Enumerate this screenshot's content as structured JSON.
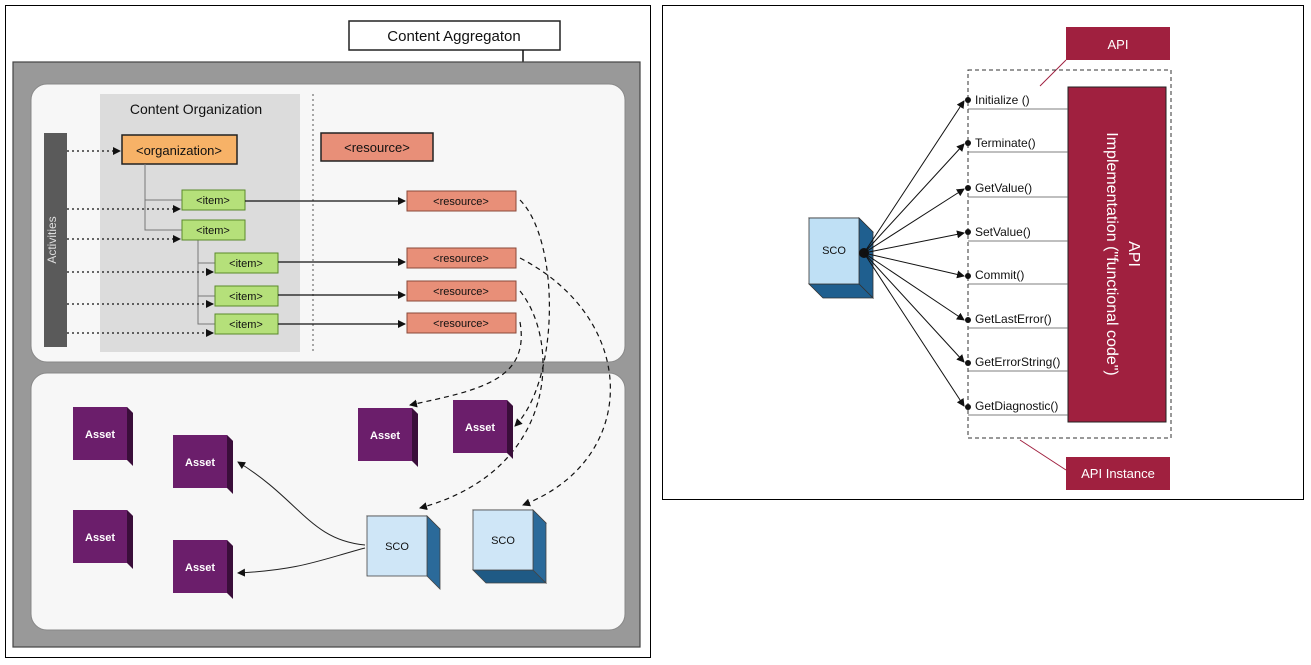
{
  "left_diagram": {
    "aggregation_label": "Content Aggregaton",
    "organization_title": "Content Organization",
    "activities_label": "Activities",
    "organization_tag": "<organization>",
    "resource_legend_tag": "<resource>",
    "item_tags": [
      "<item>",
      "<item>",
      "<item>",
      "<item>",
      "<item>"
    ],
    "resource_tags": [
      "<resource>",
      "<resource>",
      "<resource>",
      "<resource>"
    ],
    "assets": [
      "Asset",
      "Asset",
      "Asset",
      "Asset",
      "Asset",
      "Asset"
    ],
    "scos": [
      "SCO",
      "SCO"
    ],
    "colors": {
      "organization": "#f7b267",
      "resource": "#e88f78",
      "item": "#b5e07a",
      "asset": "#6b1e6b",
      "sco_light": "#cfe6f7",
      "sco_dark": "#2b6a9a",
      "activities_bar": "#5a5a5a",
      "outer_frame": "#999999",
      "org_panel": "#dcdcdc"
    }
  },
  "right_diagram": {
    "sco_label": "SCO",
    "api_label": "API",
    "api_instance_label": "API Instance",
    "implementation_label": "API Implementation (\"functional code\")",
    "implementation_lines": [
      "API",
      "Implementation (\"functional code\")"
    ],
    "functions": [
      "Initialize ()",
      "Terminate()",
      "GetValue()",
      "SetValue()",
      "Commit()",
      "GetLastError()",
      "GetErrorString()",
      "GetDiagnostic()"
    ],
    "colors": {
      "api_box": "#a0203f",
      "sco_light": "#bfe0f5",
      "sco_dark": "#1f5f8f"
    }
  }
}
